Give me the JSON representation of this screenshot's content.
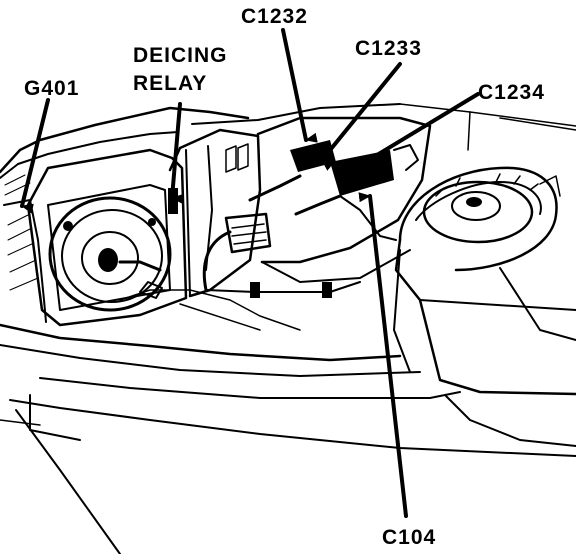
{
  "diagram": {
    "callouts": {
      "g401": "G401",
      "deicing_line1": "DEICING",
      "deicing_line2": "RELAY",
      "c1232": "C1232",
      "c1233": "C1233",
      "c1234": "C1234",
      "c104": "C104"
    }
  }
}
